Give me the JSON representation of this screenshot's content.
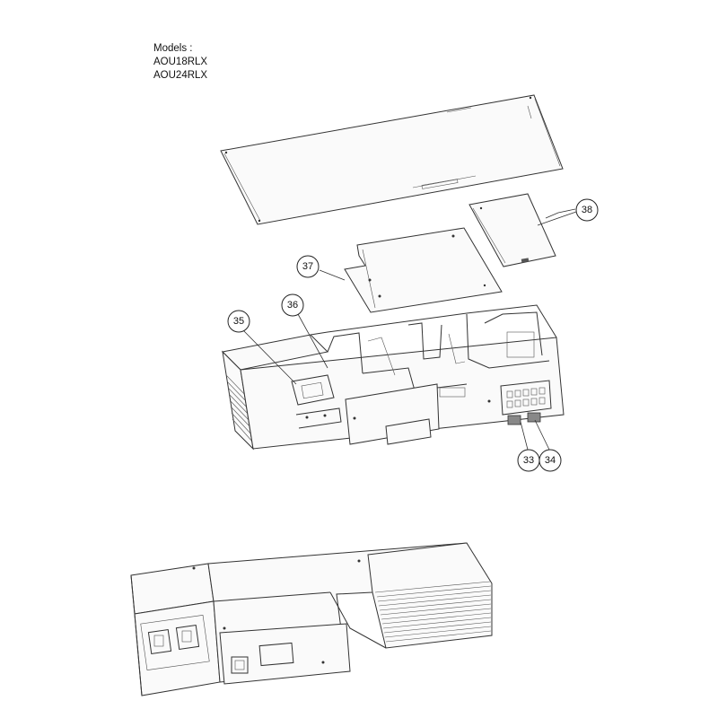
{
  "models": {
    "heading": "Models :",
    "items": [
      "AOU18RLX",
      "AOU24RLX"
    ]
  },
  "callouts": {
    "c33": "33",
    "c34": "34",
    "c35": "35",
    "c36": "36",
    "c37": "37",
    "c38": "38"
  }
}
